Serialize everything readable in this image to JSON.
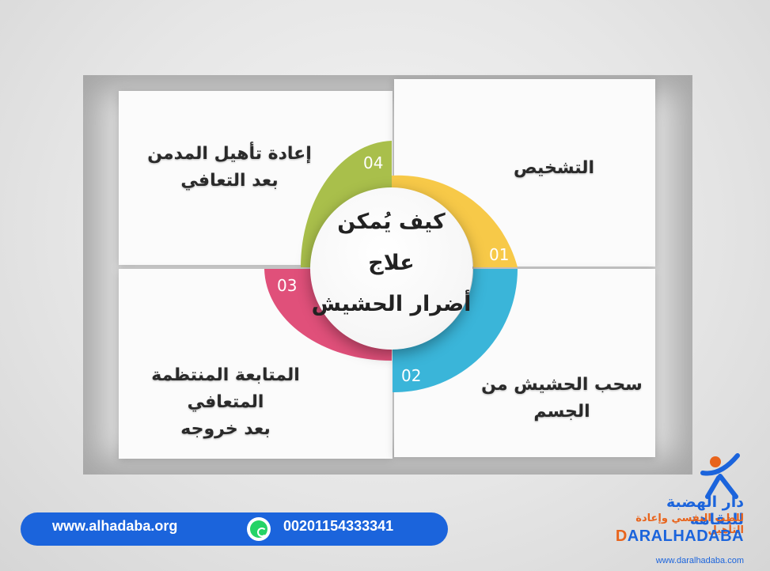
{
  "diagram": {
    "center_title_lines": [
      "كيف يُمكن",
      "علاج",
      "أضرار الحشيش"
    ],
    "steps": [
      {
        "number": "01",
        "label": "التشخيص",
        "color": "#f7c948"
      },
      {
        "number": "02",
        "label": "سحب الحشيش من الجسم",
        "color": "#3ab5d9"
      },
      {
        "number": "03",
        "label_lines": [
          "المتابعة المنتظمة المتعافي",
          "بعد خروجه"
        ],
        "color": "#e0507a"
      },
      {
        "number": "04",
        "label_lines": [
          "إعادة تأهيل المدمن",
          "بعد التعافي"
        ],
        "color": "#a9bf4b"
      }
    ]
  },
  "contact_bar": {
    "website": "www.alhadaba.org",
    "whatsapp_icon": "whatsapp-icon",
    "phone": "00201154333341",
    "color": "#1b64dc"
  },
  "logo": {
    "arabic_name": "دار الهضبة للنقاهة",
    "arabic_tagline": "للطب النفسي وإعادة التأهيل",
    "english_name_first": "D",
    "english_name_rest": "ARALHADABA",
    "url": "www.daralhadaba.com",
    "colors": {
      "primary": "#1b64dc",
      "accent": "#e8641c"
    }
  }
}
